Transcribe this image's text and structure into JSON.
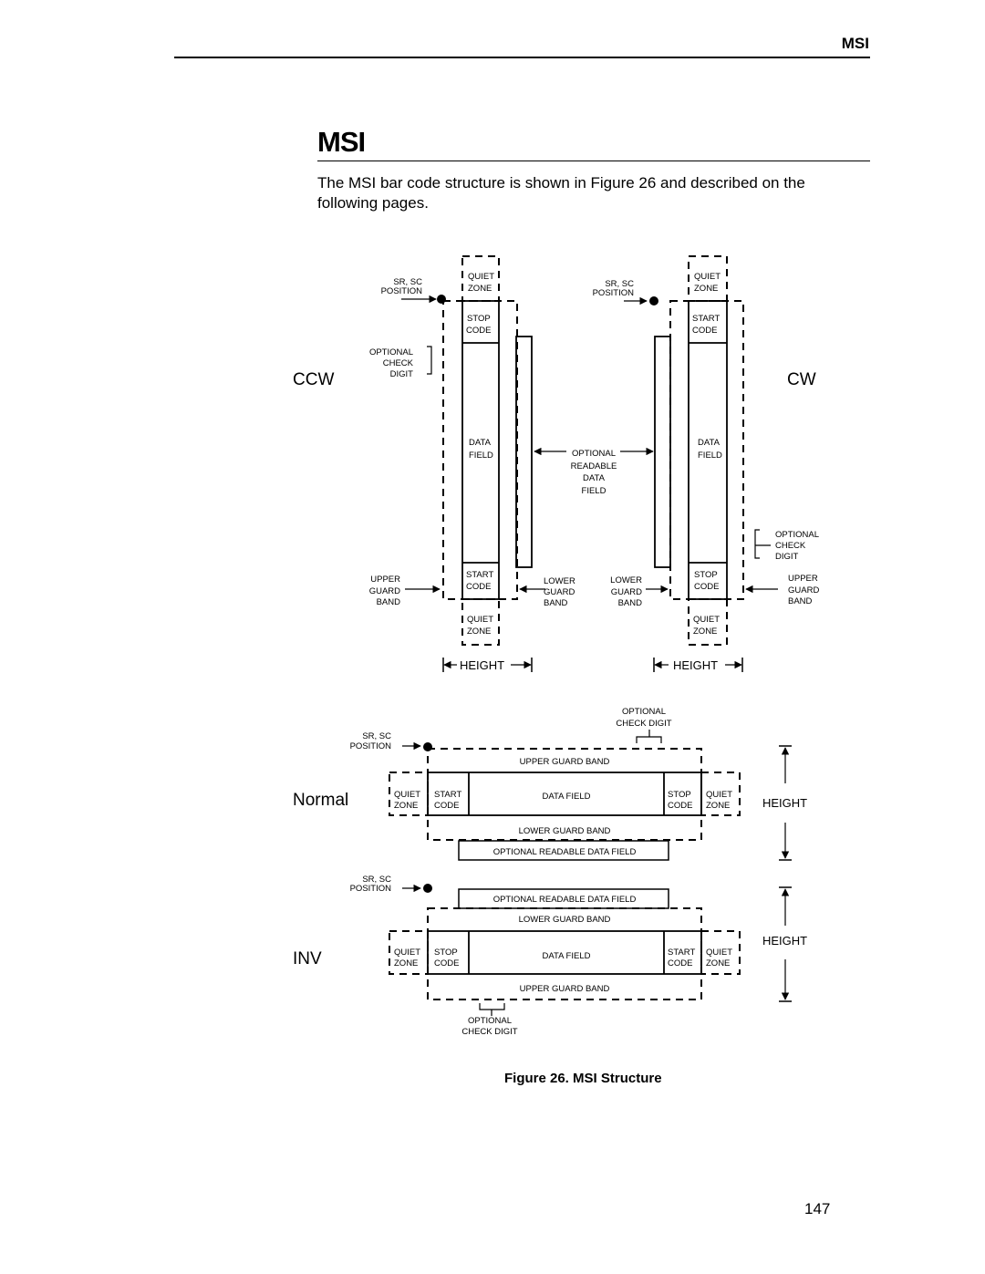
{
  "header": {
    "label": "MSI"
  },
  "title": "MSI",
  "intro": "The MSI bar code structure is shown in Figure 26 and described on the following pages.",
  "figure": {
    "caption": "Figure 26. MSI Structure",
    "labels": {
      "ccw": "CCW",
      "cw": "CW",
      "normal": "Normal",
      "inv": "INV",
      "quiet": "QUIET",
      "zone": "ZONE",
      "stop": "STOP",
      "start": "START",
      "code": "CODE",
      "data": "DATA",
      "field": "FIELD",
      "optional": "OPTIONAL",
      "check": "CHECK",
      "digit": "DIGIT",
      "check_digit": "CHECK DIGIT",
      "readable": "READABLE",
      "sr_sc": "SR, SC",
      "position": "POSITION",
      "upper": "UPPER",
      "lower": "LOWER",
      "guard": "GUARD",
      "band": "BAND",
      "height": "HEIGHT",
      "upper_guard_band": "UPPER GUARD BAND",
      "lower_guard_band": "LOWER GUARD BAND",
      "data_field": "DATA FIELD",
      "optional_readable_data_field": "OPTIONAL READABLE DATA FIELD"
    }
  },
  "page_number": "147"
}
